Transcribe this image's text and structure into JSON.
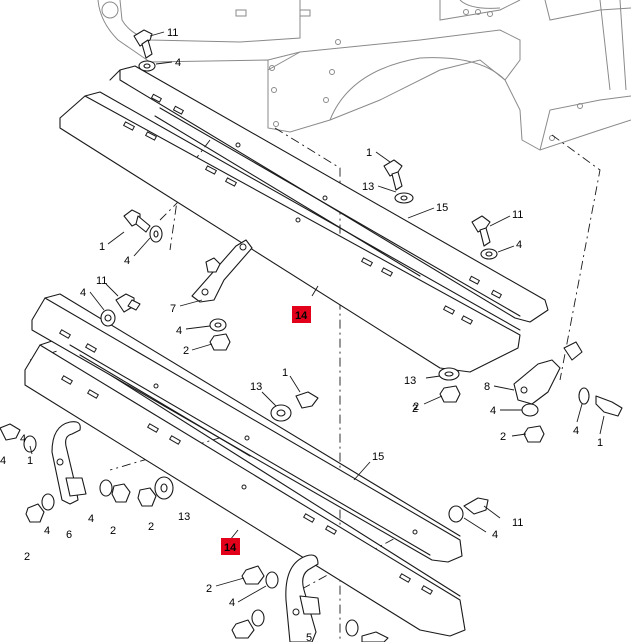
{
  "callouts": [
    {
      "id": "c11a",
      "text": "11"
    },
    {
      "id": "c4a",
      "text": "4"
    },
    {
      "id": "c1a",
      "text": "1"
    },
    {
      "id": "c13a",
      "text": "13"
    },
    {
      "id": "c15a",
      "text": "15"
    },
    {
      "id": "c11b",
      "text": "11"
    },
    {
      "id": "c4b",
      "text": "4"
    },
    {
      "id": "c1b",
      "text": "1"
    },
    {
      "id": "c4c",
      "text": "4"
    },
    {
      "id": "c11c",
      "text": "11"
    },
    {
      "id": "c4d",
      "text": "4"
    },
    {
      "id": "c7",
      "text": "7"
    },
    {
      "id": "c4e",
      "text": "4"
    },
    {
      "id": "c2a",
      "text": "2"
    },
    {
      "id": "c13b",
      "text": "13"
    },
    {
      "id": "c2b",
      "text": "2"
    },
    {
      "id": "c8",
      "text": "8"
    },
    {
      "id": "c4f",
      "text": "4"
    },
    {
      "id": "c2c",
      "text": "2"
    },
    {
      "id": "c4g",
      "text": "4"
    },
    {
      "id": "c1c",
      "text": "1"
    },
    {
      "id": "c13c",
      "text": "13"
    },
    {
      "id": "c1d",
      "text": "1"
    },
    {
      "id": "c2d",
      "text": "2"
    },
    {
      "id": "c4h",
      "text": "4"
    },
    {
      "id": "c1e",
      "text": "1"
    },
    {
      "id": "c4i",
      "text": "4"
    },
    {
      "id": "c15b",
      "text": "15"
    },
    {
      "id": "c4j",
      "text": "4"
    },
    {
      "id": "c2e",
      "text": "2"
    },
    {
      "id": "c6",
      "text": "6"
    },
    {
      "id": "c4k",
      "text": "4"
    },
    {
      "id": "c2f",
      "text": "2"
    },
    {
      "id": "c2g",
      "text": "2"
    },
    {
      "id": "c13d",
      "text": "13"
    },
    {
      "id": "c11d",
      "text": "11"
    },
    {
      "id": "c4l",
      "text": "4"
    },
    {
      "id": "c2h",
      "text": "2"
    },
    {
      "id": "c4m",
      "text": "4"
    },
    {
      "id": "c5",
      "text": "5"
    }
  ],
  "highlighted": [
    {
      "id": "h14a",
      "text": "14"
    },
    {
      "id": "h14b",
      "text": "14"
    }
  ],
  "colors": {
    "highlight": "#e3001b",
    "line": "#1a1a1a",
    "frame": "#8a8a8a"
  }
}
